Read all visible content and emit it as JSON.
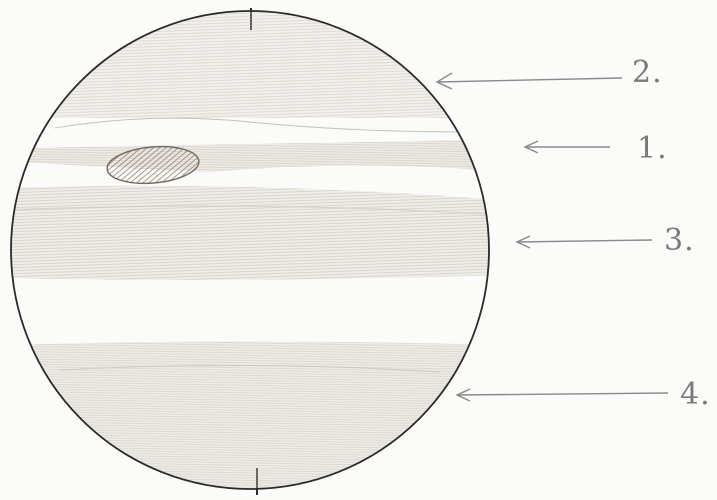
{
  "diagram": {
    "subject": "planet-with-bands",
    "labels": [
      {
        "id": "band-1",
        "text": "1."
      },
      {
        "id": "band-2",
        "text": "2."
      },
      {
        "id": "band-3",
        "text": "3."
      },
      {
        "id": "band-4",
        "text": "4."
      }
    ],
    "colors": {
      "paper": "#fbfbf9",
      "outline": "#2a2a2a",
      "shading": "#c9c2b6",
      "shading_dark": "#b6ada0",
      "arrows": "#8a8a8a"
    }
  }
}
